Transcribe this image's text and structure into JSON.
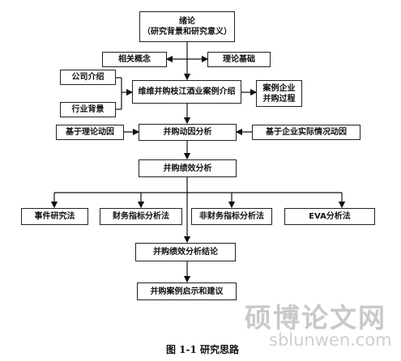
{
  "nodes": {
    "intro_title": "绪论",
    "intro_sub": "（研究背景和研究意义）",
    "related_concepts": "相关概念",
    "theory_basis": "理论基础",
    "company_intro": "公司介绍",
    "industry_bg": "行业背景",
    "case_intro": "维维并购枝江酒业案例介绍",
    "case_process_1": "案例企业",
    "case_process_2": "并购过程",
    "theory_motive": "基于理论动因",
    "motive_analysis": "并购动因分析",
    "actual_motive": "基于企业实际情况动因",
    "perf_analysis": "并购绩效分析",
    "event_study": "事件研究法",
    "financial_index": "财务指标分析法",
    "nonfinancial_index": "非财务指标分析法",
    "eva": "EVA分析法",
    "perf_conclusion": "并购绩效分析结论",
    "suggestions": "并购案例启示和建议"
  },
  "watermark": {
    "cn": "硕博论文网",
    "url": "sblunwen.com"
  },
  "caption": "图 1-1  研究思路"
}
